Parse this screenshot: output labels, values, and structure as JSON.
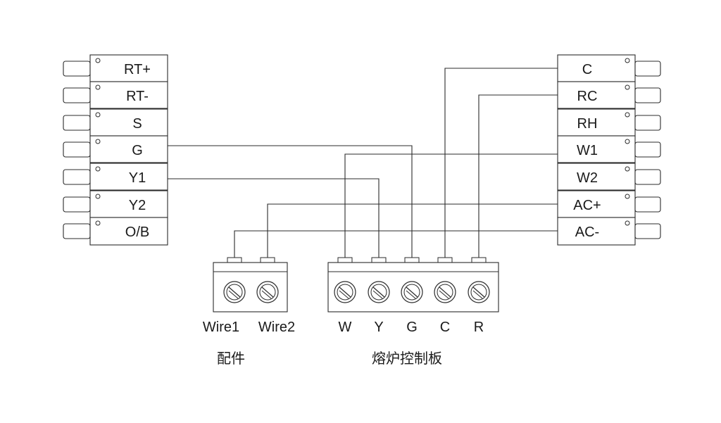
{
  "thermostat_terminals": [
    "RT+",
    "RT-",
    "S",
    "G",
    "Y1",
    "Y2",
    "O/B"
  ],
  "control_terminals": [
    "C",
    "RC",
    "RH",
    "W1",
    "W2",
    "AC+",
    "AC-"
  ],
  "accessory": {
    "caption": "配件",
    "terminals": [
      "Wire1",
      "Wire2"
    ]
  },
  "furnace_board": {
    "caption": "熔炉控制板",
    "terminals": [
      "W",
      "Y",
      "G",
      "C",
      "R"
    ]
  },
  "connections": [
    {
      "from": "G",
      "to": "G"
    },
    {
      "from": "Y1",
      "to": "Y"
    },
    {
      "from": "C",
      "to": "C"
    },
    {
      "from": "RC",
      "to": "R"
    },
    {
      "from": "W1",
      "to": "W"
    },
    {
      "from": "AC+",
      "to": "Wire2"
    },
    {
      "from": "AC-",
      "to": "Wire1"
    }
  ],
  "colors": {
    "line": "#2b2b2b",
    "text": "#1a1a1a",
    "background": "#ffffff"
  }
}
